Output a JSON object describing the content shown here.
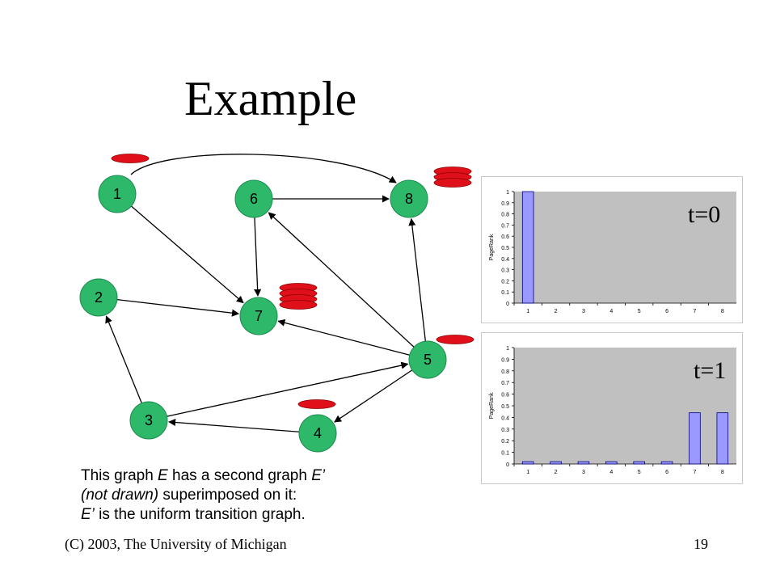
{
  "slide": {
    "title": "Example",
    "caption": {
      "line1_a": "This graph ",
      "line1_b": "E",
      "line1_c": " has a second graph ",
      "line1_d": "E’",
      "line2_a": "(not drawn)",
      "line2_b": " superimposed on it:",
      "line3_a": "E’",
      "line3_b": " is the uniform transition graph."
    },
    "footer": "(C) 2003, The University of Michigan",
    "page_number": "19"
  },
  "graph": {
    "node_color": "#2eb86a",
    "marker_color": "#e0101a",
    "nodes": [
      {
        "id": "1",
        "marker_count": 1
      },
      {
        "id": "2",
        "marker_count": 0
      },
      {
        "id": "3",
        "marker_count": 0
      },
      {
        "id": "4",
        "marker_count": 1
      },
      {
        "id": "5",
        "marker_count": 1
      },
      {
        "id": "6",
        "marker_count": 0
      },
      {
        "id": "7",
        "marker_count": 4
      },
      {
        "id": "8",
        "marker_count": 3
      }
    ],
    "edges": [
      [
        "1",
        "8"
      ],
      [
        "1",
        "7"
      ],
      [
        "6",
        "8"
      ],
      [
        "6",
        "7"
      ],
      [
        "2",
        "7"
      ],
      [
        "5",
        "6"
      ],
      [
        "5",
        "8"
      ],
      [
        "5",
        "7"
      ],
      [
        "5",
        "4"
      ],
      [
        "4",
        "3"
      ],
      [
        "3",
        "2"
      ],
      [
        "3",
        "5"
      ]
    ]
  },
  "chart_data": [
    {
      "type": "bar",
      "annotation": "t=0",
      "ylabel": "PageRank",
      "categories": [
        "1",
        "2",
        "3",
        "4",
        "5",
        "6",
        "7",
        "8"
      ],
      "values": [
        1,
        0,
        0,
        0,
        0,
        0,
        0,
        0
      ],
      "ylim": [
        0,
        1
      ],
      "yticks": [
        "0",
        "0.1",
        "0.2",
        "0.3",
        "0.4",
        "0.5",
        "0.6",
        "0.7",
        "0.8",
        "0.9",
        "1"
      ],
      "plot_bg": "#c0c0c0",
      "bar_color": "#9999ff"
    },
    {
      "type": "bar",
      "annotation": "t=1",
      "ylabel": "PageRank",
      "categories": [
        "1",
        "2",
        "3",
        "4",
        "5",
        "6",
        "7",
        "8"
      ],
      "values": [
        0.02,
        0.02,
        0.02,
        0.02,
        0.02,
        0.02,
        0.44,
        0.44
      ],
      "ylim": [
        0,
        1
      ],
      "yticks": [
        "0",
        "0.1",
        "0.2",
        "0.3",
        "0.4",
        "0.5",
        "0.6",
        "0.7",
        "0.8",
        "0.9",
        "1"
      ],
      "plot_bg": "#c0c0c0",
      "bar_color": "#9999ff"
    }
  ]
}
